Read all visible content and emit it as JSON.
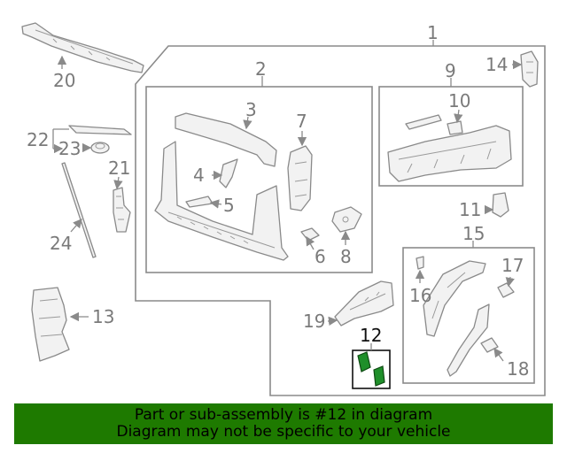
{
  "callouts": {
    "c1": "1",
    "c2": "2",
    "c3": "3",
    "c4": "4",
    "c5": "5",
    "c6": "6",
    "c7": "7",
    "c8": "8",
    "c9": "9",
    "c10": "10",
    "c11": "11",
    "c12": "12",
    "c13": "13",
    "c14": "14",
    "c15": "15",
    "c16": "16",
    "c17": "17",
    "c18": "18",
    "c19": "19",
    "c20": "20",
    "c21": "21",
    "c22": "22",
    "c23": "23",
    "c24": "24"
  },
  "footer": {
    "line1": "Part or sub-assembly is #12 in diagram",
    "line2": "Diagram may not be specific to your vehicle"
  },
  "colors": {
    "footer_bg": "#1e7a00",
    "highlight": "#1f8f2a",
    "line": "#8a8a8a"
  }
}
